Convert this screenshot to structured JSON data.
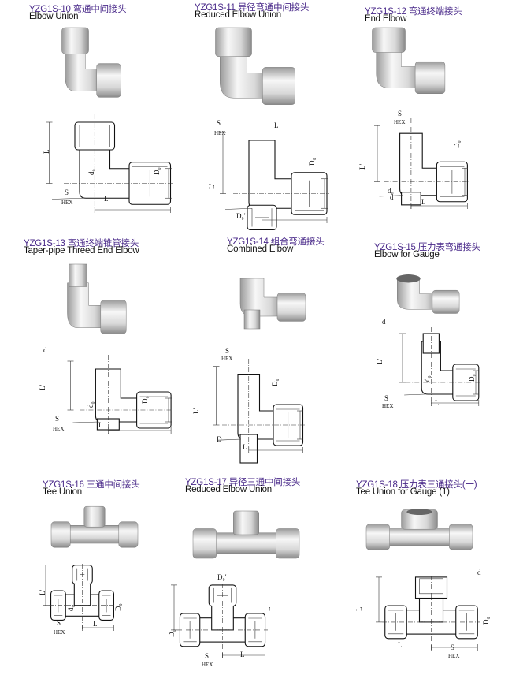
{
  "colors": {
    "title_cn": "#4a2a8a",
    "title_en": "#111111",
    "line": "#111111",
    "metal_light": "#f4f4f4",
    "metal_dark": "#8a8a8a"
  },
  "panels": [
    {
      "code_cn": "YZG1S-10 弯通中间接头",
      "name_en": "Elbow Union",
      "labels": [
        "L",
        "d₀",
        "D₀",
        "S",
        "HEX",
        "L"
      ]
    },
    {
      "code_cn": "YZG1S-11 异径弯通中间接头",
      "name_en": "Reduced Elbow Union",
      "labels": [
        "S",
        "HEX",
        "L",
        "D₀",
        "L′",
        "D₀′"
      ]
    },
    {
      "code_cn": "YZG1S-12 弯通终端接头",
      "name_en": "End Elbow",
      "labels": [
        "S",
        "HEX",
        "D₀",
        "L′",
        "d₀",
        "d",
        "L"
      ]
    },
    {
      "code_cn": "YZG1S-13 弯通终端锥管接头",
      "name_en": "Taper-pipe Threed End Elbow",
      "labels": [
        "d",
        "L′",
        "d₀",
        "D₀",
        "S",
        "HEX",
        "L"
      ]
    },
    {
      "code_cn": "YZG1S-14 组合弯通接头",
      "name_en": "Combined Elbow",
      "labels": [
        "S",
        "HEX",
        "D₀",
        "L′",
        "D",
        "L"
      ]
    },
    {
      "code_cn": "YZG1S-15 压力表弯通接头",
      "name_en": "Elbow for Gauge",
      "labels": [
        "d",
        "L′",
        "d₀",
        "D₀",
        "S",
        "HEX",
        "L"
      ]
    },
    {
      "code_cn": "YZG1S-16 三通中间接头",
      "name_en": "Tee Union",
      "labels": [
        "L′",
        "d₀",
        "D₀",
        "S",
        "HEX",
        "L"
      ]
    },
    {
      "code_cn": "YZG1S-17 异径三通中间接头",
      "name_en": "Reduced Elbow Union",
      "labels": [
        "D₀′",
        "L′",
        "D₀",
        "S",
        "HEX",
        "L"
      ]
    },
    {
      "code_cn": "YZG1S-18 压力表三通接头(一)",
      "name_en": "Tee Union for Gauge (1)",
      "labels": [
        "d",
        "L′",
        "D₀",
        "L",
        "S",
        "HEX"
      ]
    }
  ]
}
